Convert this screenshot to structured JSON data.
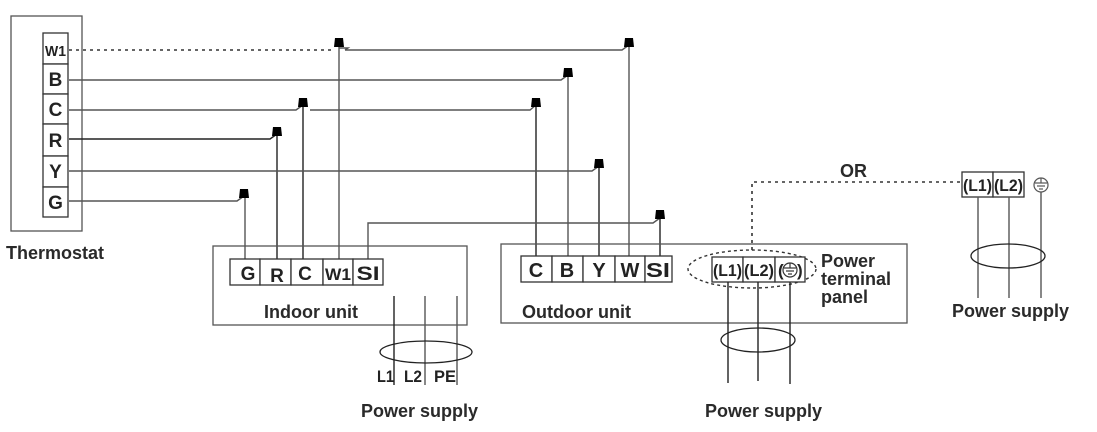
{
  "thermostat": {
    "label": "Thermostat",
    "terminals": [
      "W1",
      "B",
      "C",
      "R",
      "Y",
      "G"
    ]
  },
  "indoor_unit": {
    "label": "Indoor unit",
    "terminals": [
      "G",
      "R",
      "C",
      "W1",
      "SI"
    ]
  },
  "outdoor_unit": {
    "label": "Outdoor unit",
    "terminals": [
      "C",
      "B",
      "Y",
      "W",
      "SI"
    ],
    "power_panel": {
      "label_line1": "Power",
      "label_line2": "terminal",
      "label_line3": "panel",
      "terminals": [
        "(L1)",
        "(L2)",
        "(",
        ")"
      ]
    }
  },
  "indoor_power": {
    "label": "Power supply",
    "lines": [
      "L1",
      "L2",
      "PE"
    ]
  },
  "outdoor_power": {
    "label": "Power supply"
  },
  "alternate_power": {
    "or_label": "OR",
    "terminals": [
      "(L1)",
      "(L2)"
    ],
    "label": "Power supply"
  },
  "wiring": [
    {
      "from": "W1",
      "to": [
        "Indoor W1",
        "Outdoor W"
      ],
      "style": "dashed-then-solid"
    },
    {
      "from": "B",
      "to": [
        "Outdoor B"
      ]
    },
    {
      "from": "C",
      "to": [
        "Indoor C",
        "Outdoor C"
      ]
    },
    {
      "from": "R",
      "to": [
        "Indoor R"
      ]
    },
    {
      "from": "Y",
      "to": [
        "Outdoor Y"
      ]
    },
    {
      "from": "G",
      "to": [
        "Indoor G"
      ]
    },
    {
      "from": "Indoor SI",
      "to": [
        "Outdoor SI"
      ]
    }
  ]
}
